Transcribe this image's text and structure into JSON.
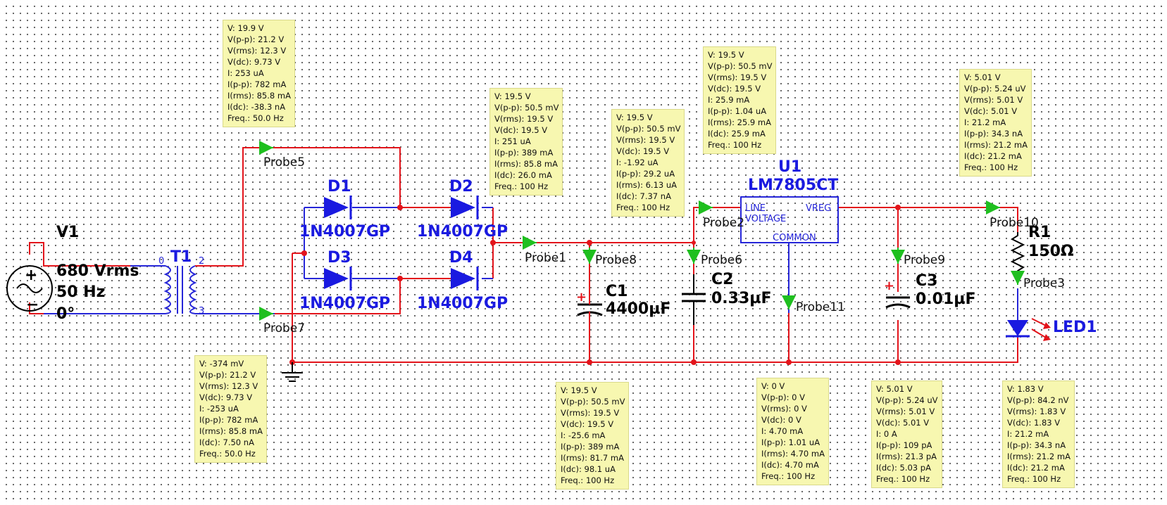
{
  "colors": {
    "wire_red": "#e3141b",
    "wire_blue": "#2626d8",
    "component_blue": "#1a1ae0",
    "probe_green": "#1fbf1f",
    "probe_box_bg": "#f7f7b0",
    "black": "#000000"
  },
  "components": {
    "v1": {
      "ref": "V1",
      "voltage": "680 Vrms",
      "freq": "50 Hz",
      "phase": "0°"
    },
    "t1": {
      "ref": "T1",
      "pin0": "0",
      "pin2": "2",
      "pin3": "3"
    },
    "d1": {
      "ref": "D1",
      "model": "1N4007GP"
    },
    "d2": {
      "ref": "D2",
      "model": "1N4007GP"
    },
    "d3": {
      "ref": "D3",
      "model": "1N4007GP"
    },
    "d4": {
      "ref": "D4",
      "model": "1N4007GP"
    },
    "c1": {
      "ref": "C1",
      "value": "4400µF",
      "polarity": "+"
    },
    "c2": {
      "ref": "C2",
      "value": "0.33µF"
    },
    "c3": {
      "ref": "C3",
      "value": "0.01µF",
      "polarity": "+"
    },
    "u1": {
      "ref": "U1",
      "model": "LM7805CT",
      "pin_line": "LINE",
      "pin_vreg": "VREG",
      "pin_voltage": "VOLTAGE",
      "pin_common": "COMMON"
    },
    "r1": {
      "ref": "R1",
      "value": "150Ω"
    },
    "led1": {
      "ref": "LED1"
    }
  },
  "probes": {
    "probe1": {
      "label": "Probe1"
    },
    "probe3": {
      "label": "Probe3"
    },
    "probe5": {
      "label": "Probe5"
    },
    "probe6": {
      "label": "Probe6"
    },
    "probe7": {
      "label": "Probe7"
    },
    "probe8": {
      "label": "Probe8"
    },
    "probe9": {
      "label": "Probe9"
    },
    "probe10": {
      "label": "Probe10"
    },
    "probe11": {
      "label": "Probe11"
    },
    "probe2": {
      "label": "Probe2"
    }
  },
  "readouts": {
    "probe5": [
      "V: 19.9 V",
      "V(p-p): 21.2 V",
      "V(rms): 12.3 V",
      "V(dc): 9.73 V",
      "I: 253 uA",
      "I(p-p): 782 mA",
      "I(rms): 85.8 mA",
      "I(dc): -38.3 nA",
      "Freq.: 50.0 Hz"
    ],
    "probe7": [
      "V: -374 mV",
      "V(p-p): 21.2 V",
      "V(rms): 12.3 V",
      "V(dc): 9.73 V",
      "I: -253 uA",
      "I(p-p): 782 mA",
      "I(rms): 85.8 mA",
      "I(dc): 7.50 nA",
      "Freq.: 50.0 Hz"
    ],
    "probe1": [
      "V: 19.5 V",
      "V(p-p): 50.5 mV",
      "V(rms): 19.5 V",
      "V(dc): 19.5 V",
      "I: 251 uA",
      "I(p-p): 389 mA",
      "I(rms): 85.8 mA",
      "I(dc): 26.0 mA",
      "Freq.: 100 Hz"
    ],
    "probe6": [
      "V: 19.5 V",
      "V(p-p): 50.5 mV",
      "V(rms): 19.5 V",
      "V(dc): 19.5 V",
      "I: -1.92 uA",
      "I(p-p): 29.2 uA",
      "I(rms): 6.13 uA",
      "I(dc): 7.37 nA",
      "Freq.: 100 Hz"
    ],
    "probe2": [
      "V: 19.5 V",
      "V(p-p): 50.5 mV",
      "V(rms): 19.5 V",
      "V(dc): 19.5 V",
      "I: 25.9 mA",
      "I(p-p): 1.04 uA",
      "I(rms): 25.9 mA",
      "I(dc): 25.9 mA",
      "Freq.: 100 Hz"
    ],
    "probe10": [
      "V: 5.01 V",
      "V(p-p): 5.24 uV",
      "V(rms): 5.01 V",
      "V(dc): 5.01 V",
      "I: 21.2 mA",
      "I(p-p): 34.3 nA",
      "I(rms): 21.2 mA",
      "I(dc): 21.2 mA",
      "Freq.: 100 Hz"
    ],
    "probe8": [
      "V: 19.5 V",
      "V(p-p): 50.5 mV",
      "V(rms): 19.5 V",
      "V(dc): 19.5 V",
      "I: -25.6 mA",
      "I(p-p): 389 mA",
      "I(rms): 81.7 mA",
      "I(dc): 98.1 uA",
      "Freq.: 100 Hz"
    ],
    "probe11": [
      "V: 0 V",
      "V(p-p): 0 V",
      "V(rms): 0 V",
      "V(dc): 0 V",
      "I: 4.70 mA",
      "I(p-p): 1.01 uA",
      "I(rms): 4.70 mA",
      "I(dc): 4.70 mA",
      "Freq.: 100 Hz"
    ],
    "probe9": [
      "V: 5.01 V",
      "V(p-p): 5.24 uV",
      "V(rms): 5.01 V",
      "V(dc): 5.01 V",
      "I: 0 A",
      "I(p-p): 109 pA",
      "I(rms): 21.3 pA",
      "I(dc): 5.03 pA",
      "Freq.: 100 Hz"
    ],
    "probe3": [
      "V: 1.83 V",
      "V(p-p): 84.2 nV",
      "V(rms): 1.83 V",
      "V(dc): 1.83 V",
      "I: 21.2 mA",
      "I(p-p): 34.3 nA",
      "I(rms): 21.2 mA",
      "I(dc): 21.2 mA",
      "Freq.: 100 Hz"
    ]
  }
}
